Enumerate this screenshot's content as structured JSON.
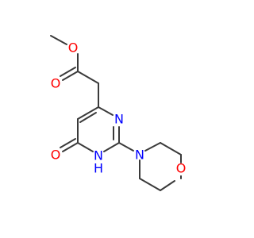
{
  "molecule": {
    "atoms": {
      "o_methoxy": {
        "symbol": "O",
        "color": "#ff0000"
      },
      "o_carbonyl_ester": {
        "symbol": "O",
        "color": "#ff0000"
      },
      "n3": {
        "symbol": "N",
        "color": "#0000ff"
      },
      "n1h": {
        "symbol": "N",
        "color": "#0000ff",
        "hydrogen": "H"
      },
      "o_oxo": {
        "symbol": "O",
        "color": "#ff0000"
      },
      "n_morpholine": {
        "symbol": "N",
        "color": "#0000ff"
      },
      "o_morpholine": {
        "symbol": "O",
        "color": "#ff0000"
      }
    },
    "bond_color": "#3a3a3a"
  }
}
